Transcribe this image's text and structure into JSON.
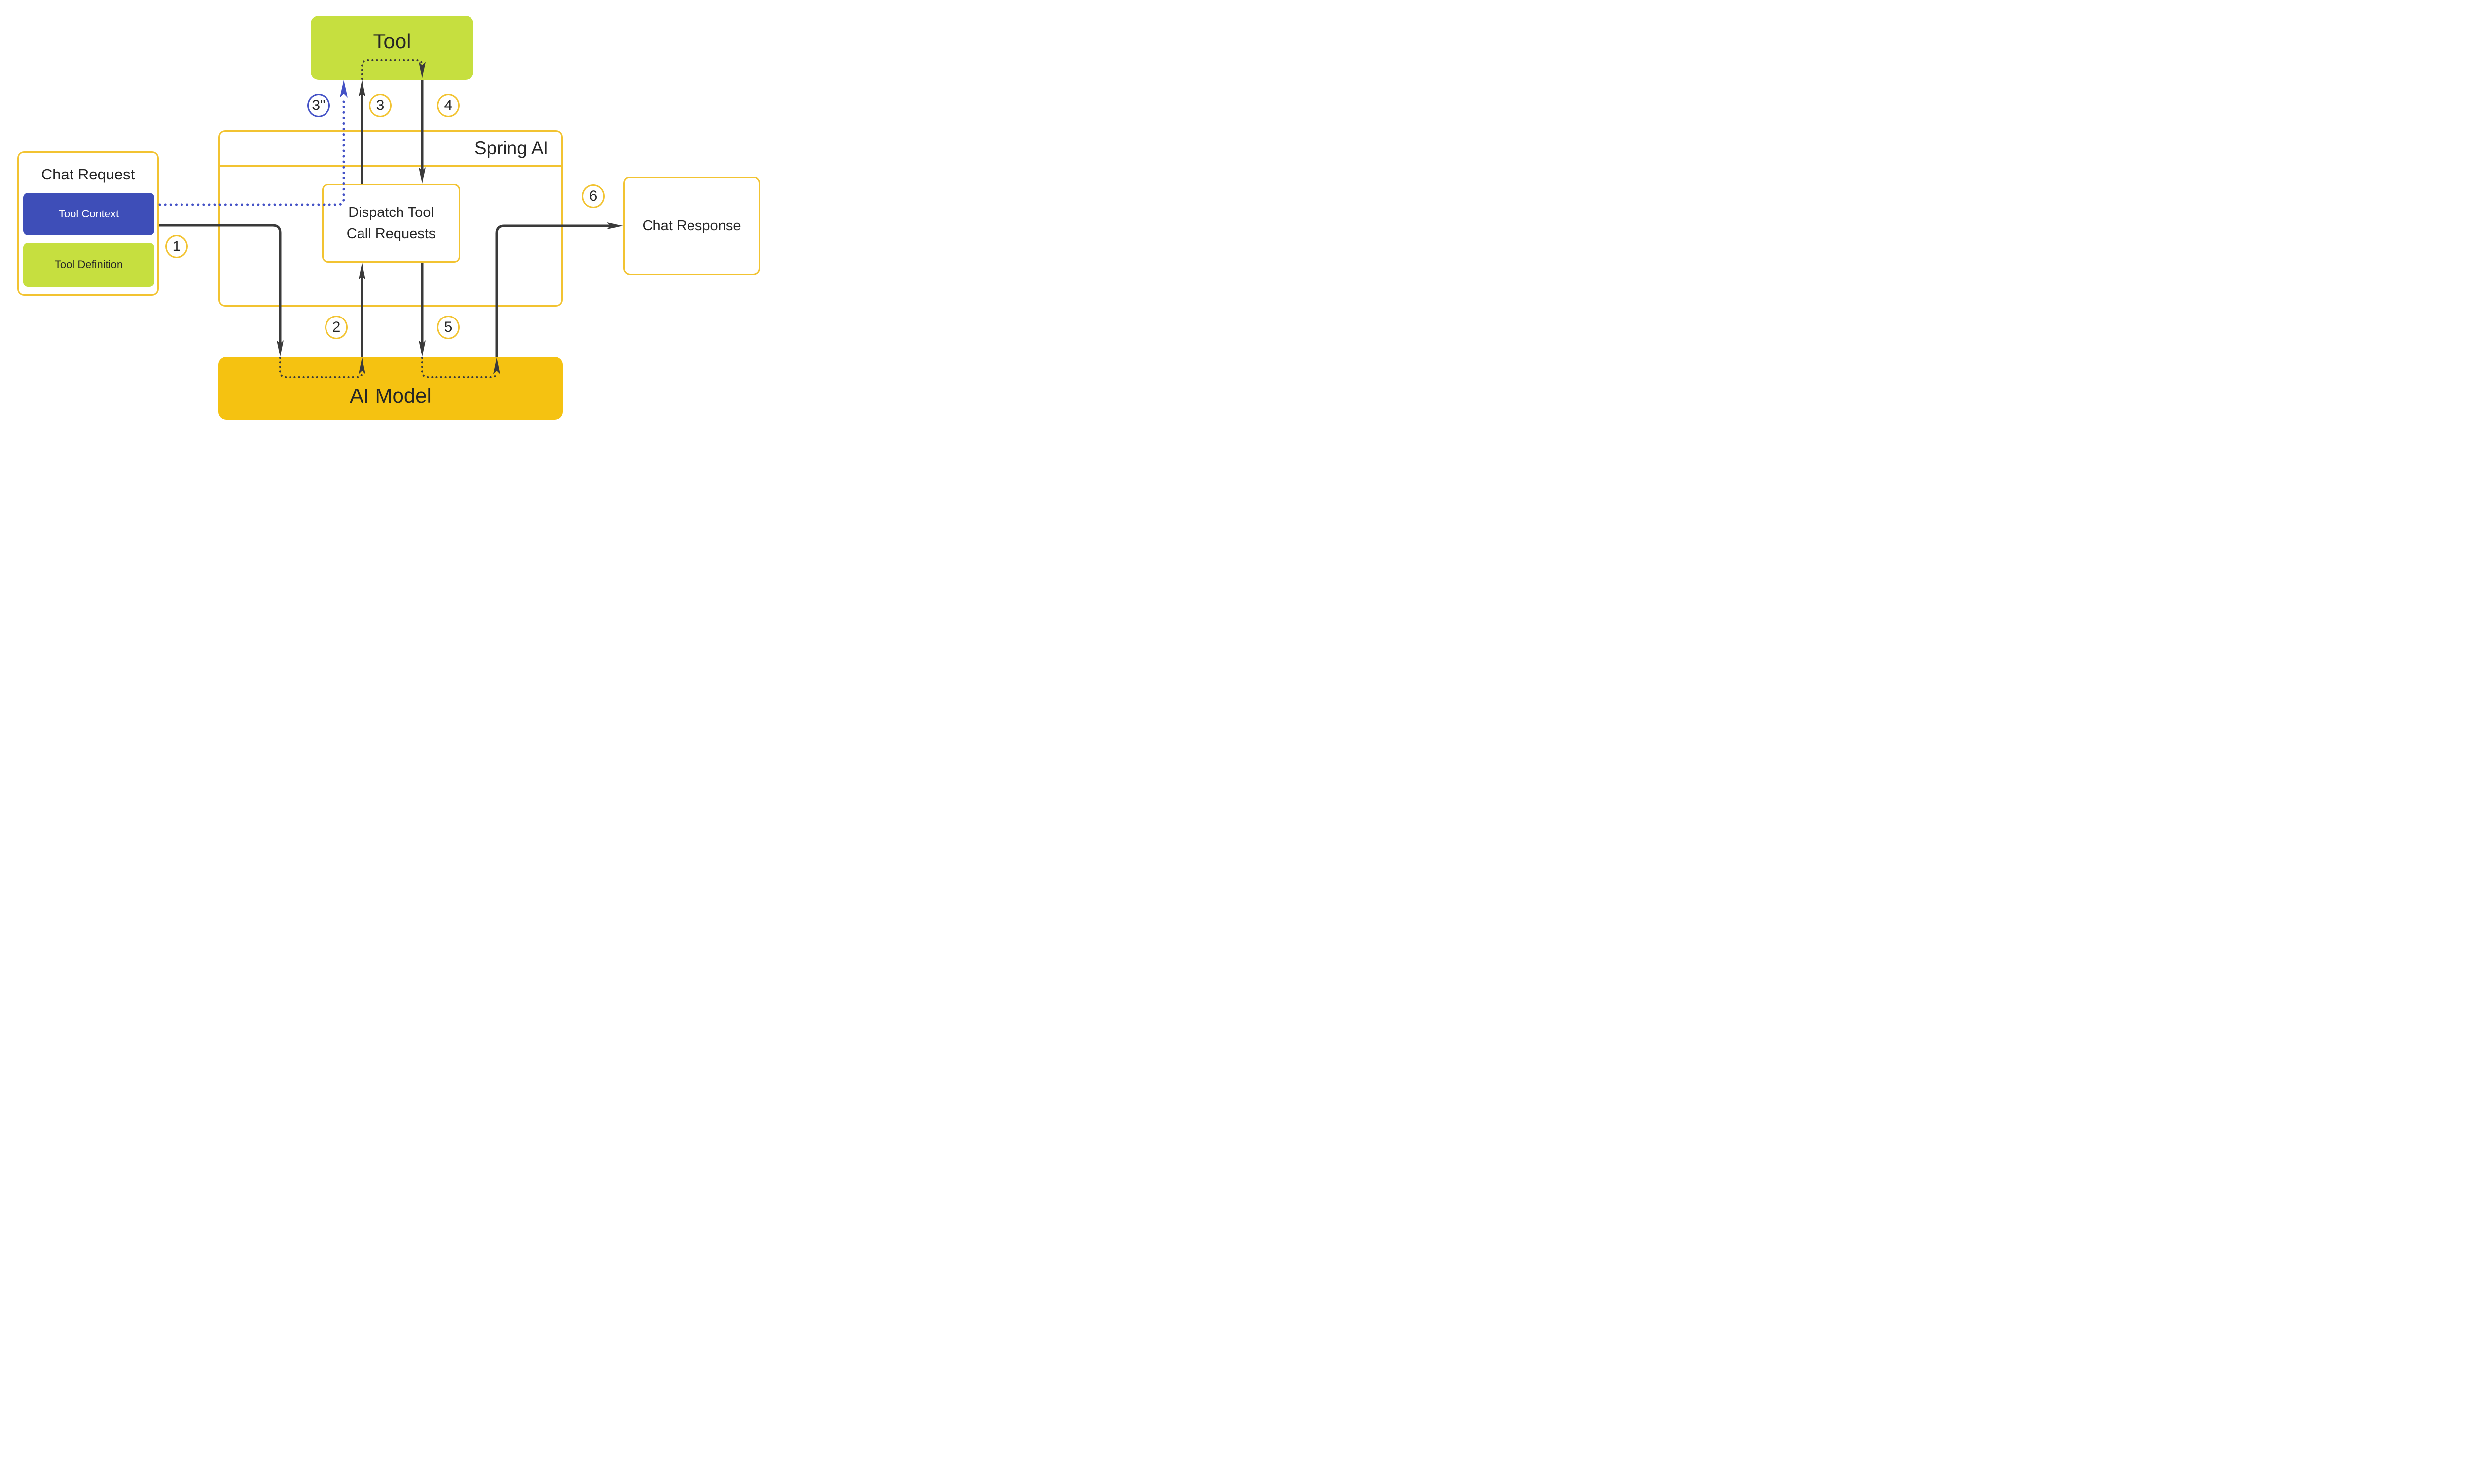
{
  "boxes": {
    "tool": {
      "label": "Tool"
    },
    "spring_ai": {
      "label": "Spring AI"
    },
    "dispatch": {
      "line1": "Dispatch Tool",
      "line2": "Call Requests"
    },
    "chat_request": {
      "title": "Chat Request",
      "tool_context": "Tool Context",
      "tool_definition": "Tool Definition"
    },
    "chat_response": {
      "label": "Chat Response"
    },
    "ai_model": {
      "label": "AI Model"
    }
  },
  "steps": [
    {
      "label": "1"
    },
    {
      "label": "2"
    },
    {
      "label": "3"
    },
    {
      "label": "3\""
    },
    {
      "label": "4"
    },
    {
      "label": "5"
    },
    {
      "label": "6"
    }
  ],
  "colors": {
    "green": "#C6DF3F",
    "gold_fill": "#F5C211",
    "gold_stroke": "#F2C331",
    "blue_fill": "#3E4EB8",
    "blue_line": "#4452C6",
    "line_dark": "#3A3A3A",
    "text_dark": "#262626",
    "white": "#FFFFFF"
  }
}
